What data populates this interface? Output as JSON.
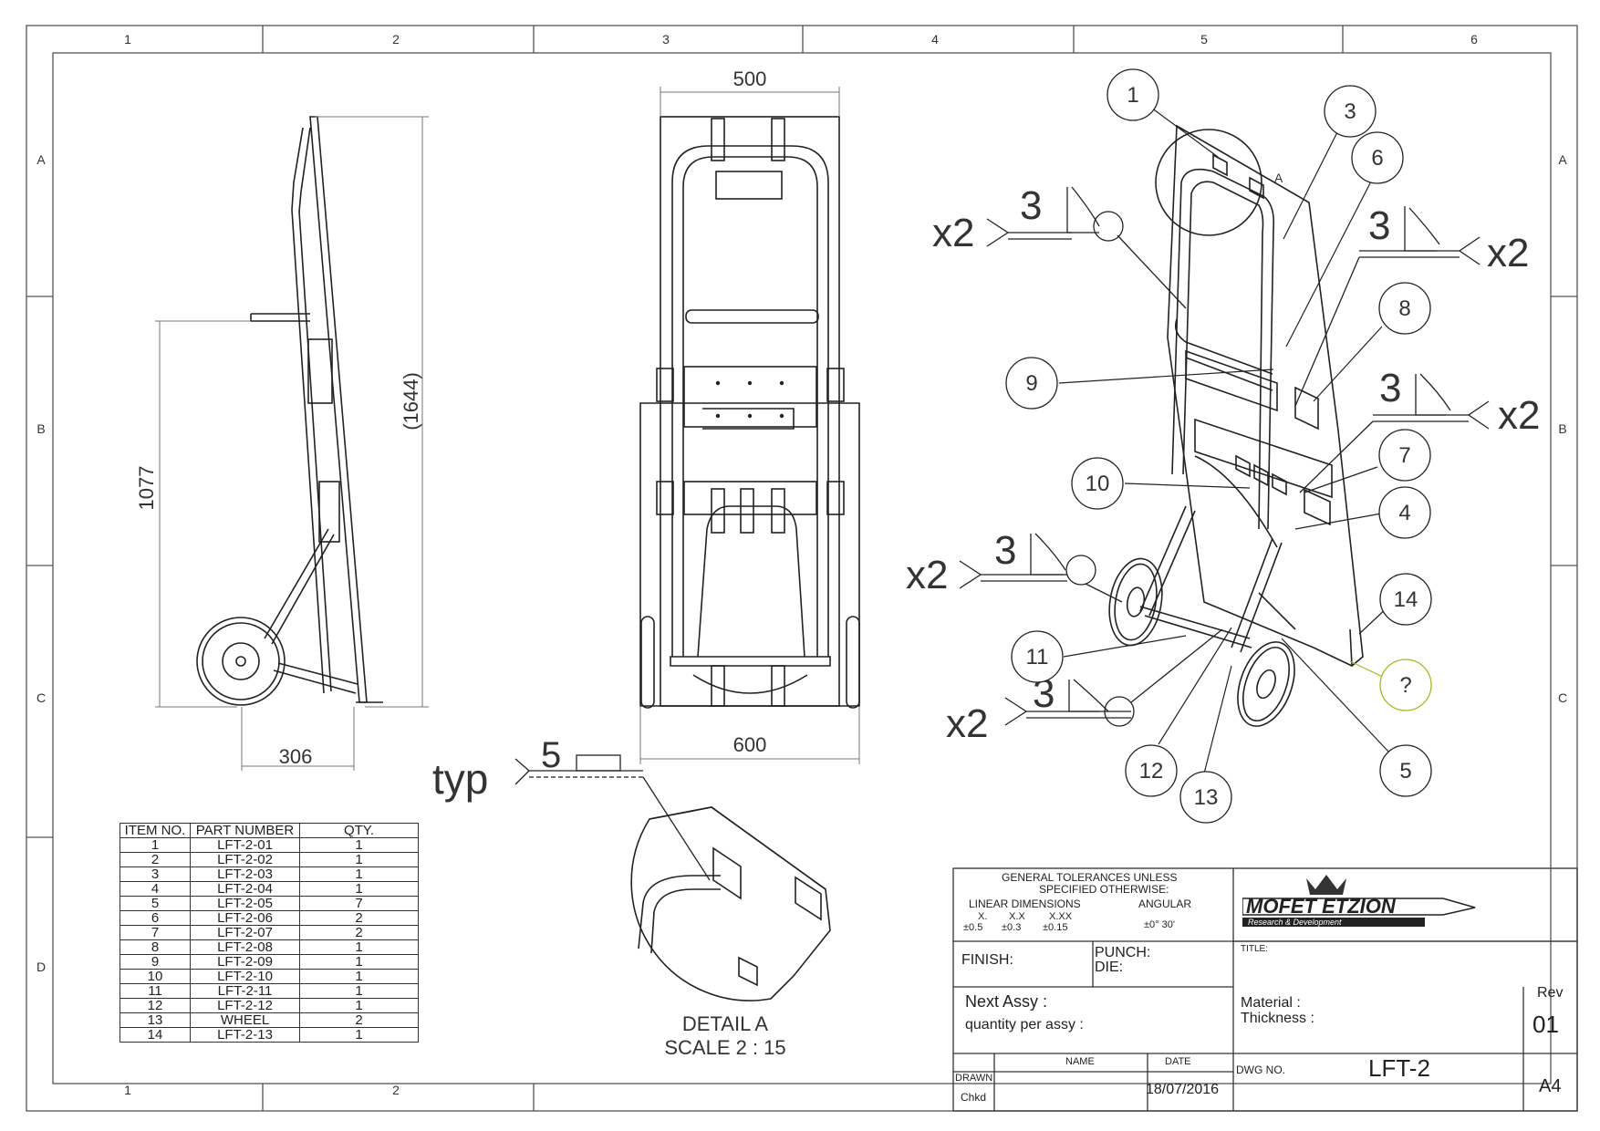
{
  "frame": {
    "columns": [
      "1",
      "2",
      "3",
      "4",
      "5",
      "6"
    ],
    "rows": [
      "A",
      "B",
      "C",
      "D"
    ]
  },
  "dims": {
    "top_width": "500",
    "bottom_width": "600",
    "height_ref": "(1644)",
    "side_height": "1077",
    "side_depth": "306"
  },
  "welds": {
    "size_a": "3",
    "size_b": "5",
    "qty": "x2",
    "typ": "typ"
  },
  "balloons": [
    "1",
    "3",
    "6",
    "8",
    "9",
    "10",
    "7",
    "4",
    "14",
    "11",
    "12",
    "13",
    "5",
    "?"
  ],
  "detail": {
    "title": "DETAIL A",
    "scale": "SCALE 2 : 15",
    "view_letter": "A"
  },
  "bom": {
    "headers": [
      "ITEM NO.",
      "PART NUMBER",
      "QTY."
    ],
    "rows": [
      [
        "1",
        "LFT-2-01",
        "1"
      ],
      [
        "2",
        "LFT-2-02",
        "1"
      ],
      [
        "3",
        "LFT-2-03",
        "1"
      ],
      [
        "4",
        "LFT-2-04",
        "1"
      ],
      [
        "5",
        "LFT-2-05",
        "7"
      ],
      [
        "6",
        "LFT-2-06",
        "2"
      ],
      [
        "7",
        "LFT-2-07",
        "2"
      ],
      [
        "8",
        "LFT-2-08",
        "1"
      ],
      [
        "9",
        "LFT-2-09",
        "1"
      ],
      [
        "10",
        "LFT-2-10",
        "1"
      ],
      [
        "11",
        "LFT-2-11",
        "1"
      ],
      [
        "12",
        "LFT-2-12",
        "1"
      ],
      [
        "13",
        "WHEEL",
        "2"
      ],
      [
        "14",
        "LFT-2-13",
        "1"
      ]
    ]
  },
  "title_block": {
    "tol_line1": "GENERAL TOLERANCES UNLESS",
    "tol_line2": "SPECIFIED OTHERWISE:",
    "linear": "LINEAR DIMENSIONS",
    "angular": "ANGULAR",
    "x_label": "X.",
    "xx_label": "X.X",
    "xxx_label": "X.XX",
    "x_tol": "±0.5",
    "xx_tol": "±0.3",
    "xxx_tol": "±0.15",
    "ang_tol": "±0° 30'",
    "finish": "FINISH:",
    "punch": "PUNCH:",
    "die": "DIE:",
    "title_label": "TITLE:",
    "next_assy": "Next Assy :",
    "qty_per_assy": "quantity per assy :",
    "material": "Material  :",
    "thickness": "Thickness :",
    "rev_label": "Rev",
    "rev": "01",
    "name_label": "NAME",
    "date_label": "DATE",
    "drawn": "DRAWN",
    "chkd": "Chkd",
    "date": "18/07/2016",
    "dwg_no_label": "DWG NO.",
    "dwg_no": "LFT-2",
    "size": "A4",
    "logo_text": "MOFET ETZION",
    "logo_sub": "Research & Development"
  },
  "colors": {
    "line": "#222222",
    "dim": "#777777",
    "balloon_highlight": "#a8b820"
  }
}
